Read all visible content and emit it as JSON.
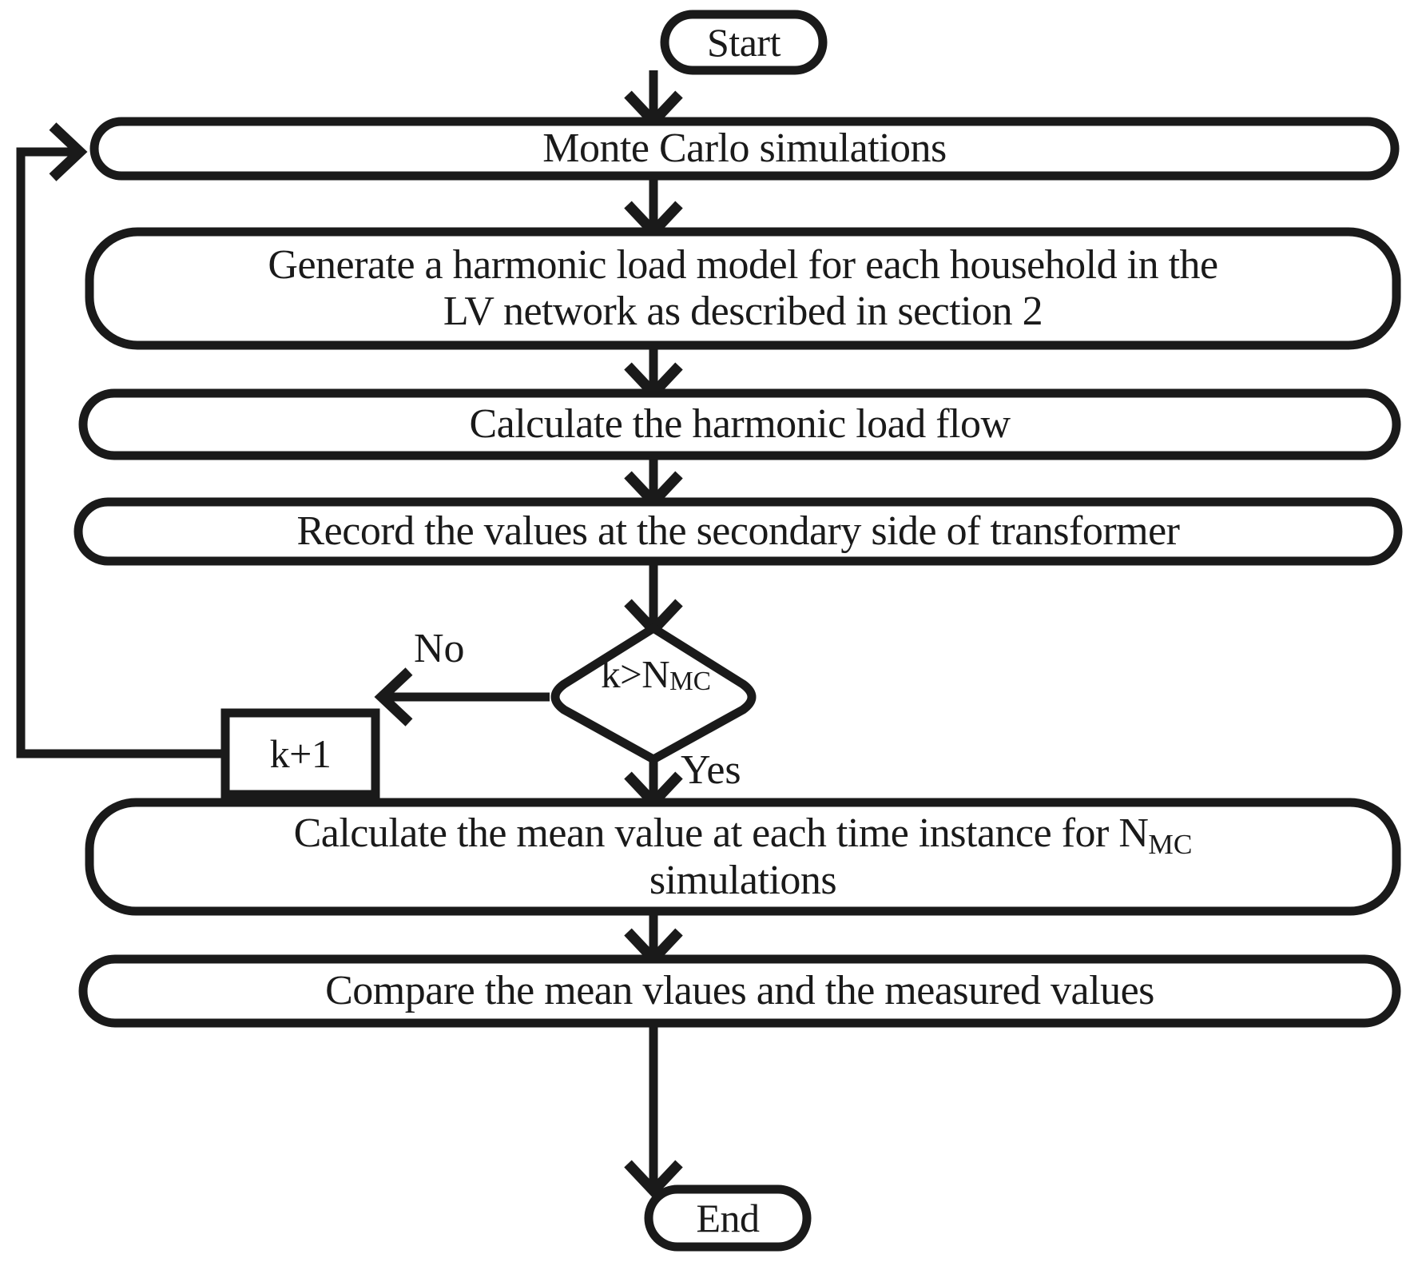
{
  "diagram": {
    "title": "Monte Carlo harmonic load flow simulation flowchart",
    "type": "flowchart",
    "stroke_color": "#1a1a1a",
    "fill_color": "#ffffff",
    "nodes": {
      "start": {
        "label": "Start",
        "shape": "stadium"
      },
      "monte_carlo": {
        "label": "Monte Carlo simulations",
        "shape": "stadium"
      },
      "generate_model": {
        "label": "Generate a harmonic load model for each household in the\nLV network as described in section 2",
        "shape": "stadium"
      },
      "calc_flow": {
        "label": "Calculate the harmonic load flow",
        "shape": "stadium"
      },
      "record_values": {
        "label": "Record the values at the secondary side of transformer",
        "shape": "stadium"
      },
      "decision": {
        "label_main": "k>N",
        "label_sub": "MC",
        "shape": "diamond"
      },
      "increment": {
        "label": "k+1",
        "shape": "rect"
      },
      "calc_mean": {
        "label_line1_a": "Calculate the mean value at each time instance for N",
        "label_line1_sub": "MC",
        "label_line2": "simulations",
        "shape": "stadium"
      },
      "compare": {
        "label": "Compare the mean vlaues and the measured values",
        "shape": "stadium"
      },
      "end": {
        "label": "End",
        "shape": "stadium"
      }
    },
    "edge_labels": {
      "no": "No",
      "yes": "Yes"
    }
  }
}
